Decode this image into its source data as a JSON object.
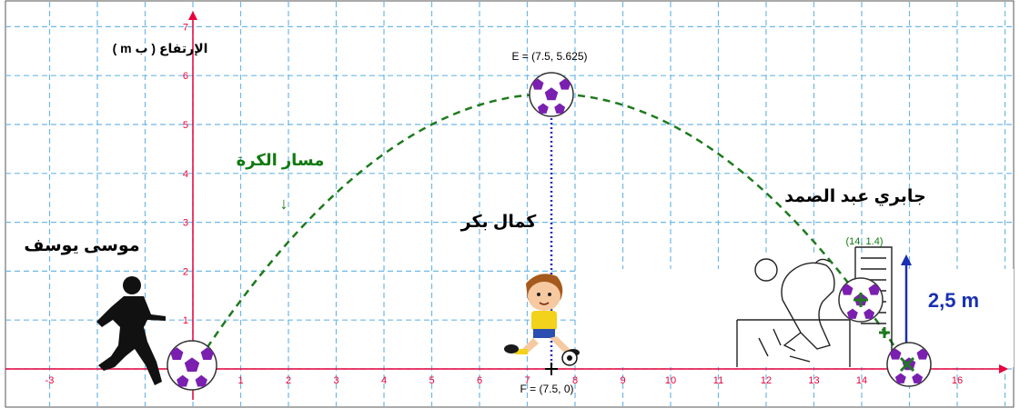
{
  "diagram": {
    "y_axis_title": "الإرتفاع ( ب m )",
    "x_ticks": [
      "-3",
      "1",
      "2",
      "3",
      "4",
      "5",
      "6",
      "7",
      "8",
      "9",
      "10",
      "11",
      "12",
      "13",
      "14",
      "15",
      "16"
    ],
    "y_ticks": [
      "1",
      "2",
      "3",
      "4",
      "5",
      "6",
      "7"
    ],
    "curve_label": "مسار الكرة",
    "curve_arrow": "↓",
    "point_E": "E = (7.5, 5.625)",
    "point_F": "F = (7.5, 0)",
    "point_14": "(14, 1.4)",
    "player_left": "موسى يوسف",
    "player_mid": "كمال بكر",
    "player_right": "جابري عبد الصمد",
    "height_label": "2,5  m",
    "trajectory": {
      "a": -0.1,
      "vertex_x": 7.5,
      "vertex_y": 5.625,
      "x_from": 0,
      "x_to": 15
    },
    "colors": {
      "grid": "#6fb8e6",
      "axis": "#e8003c",
      "curve": "#1e7a1e",
      "dotted": "#2a2ab8",
      "height_arrow": "#1a2fb0"
    }
  }
}
